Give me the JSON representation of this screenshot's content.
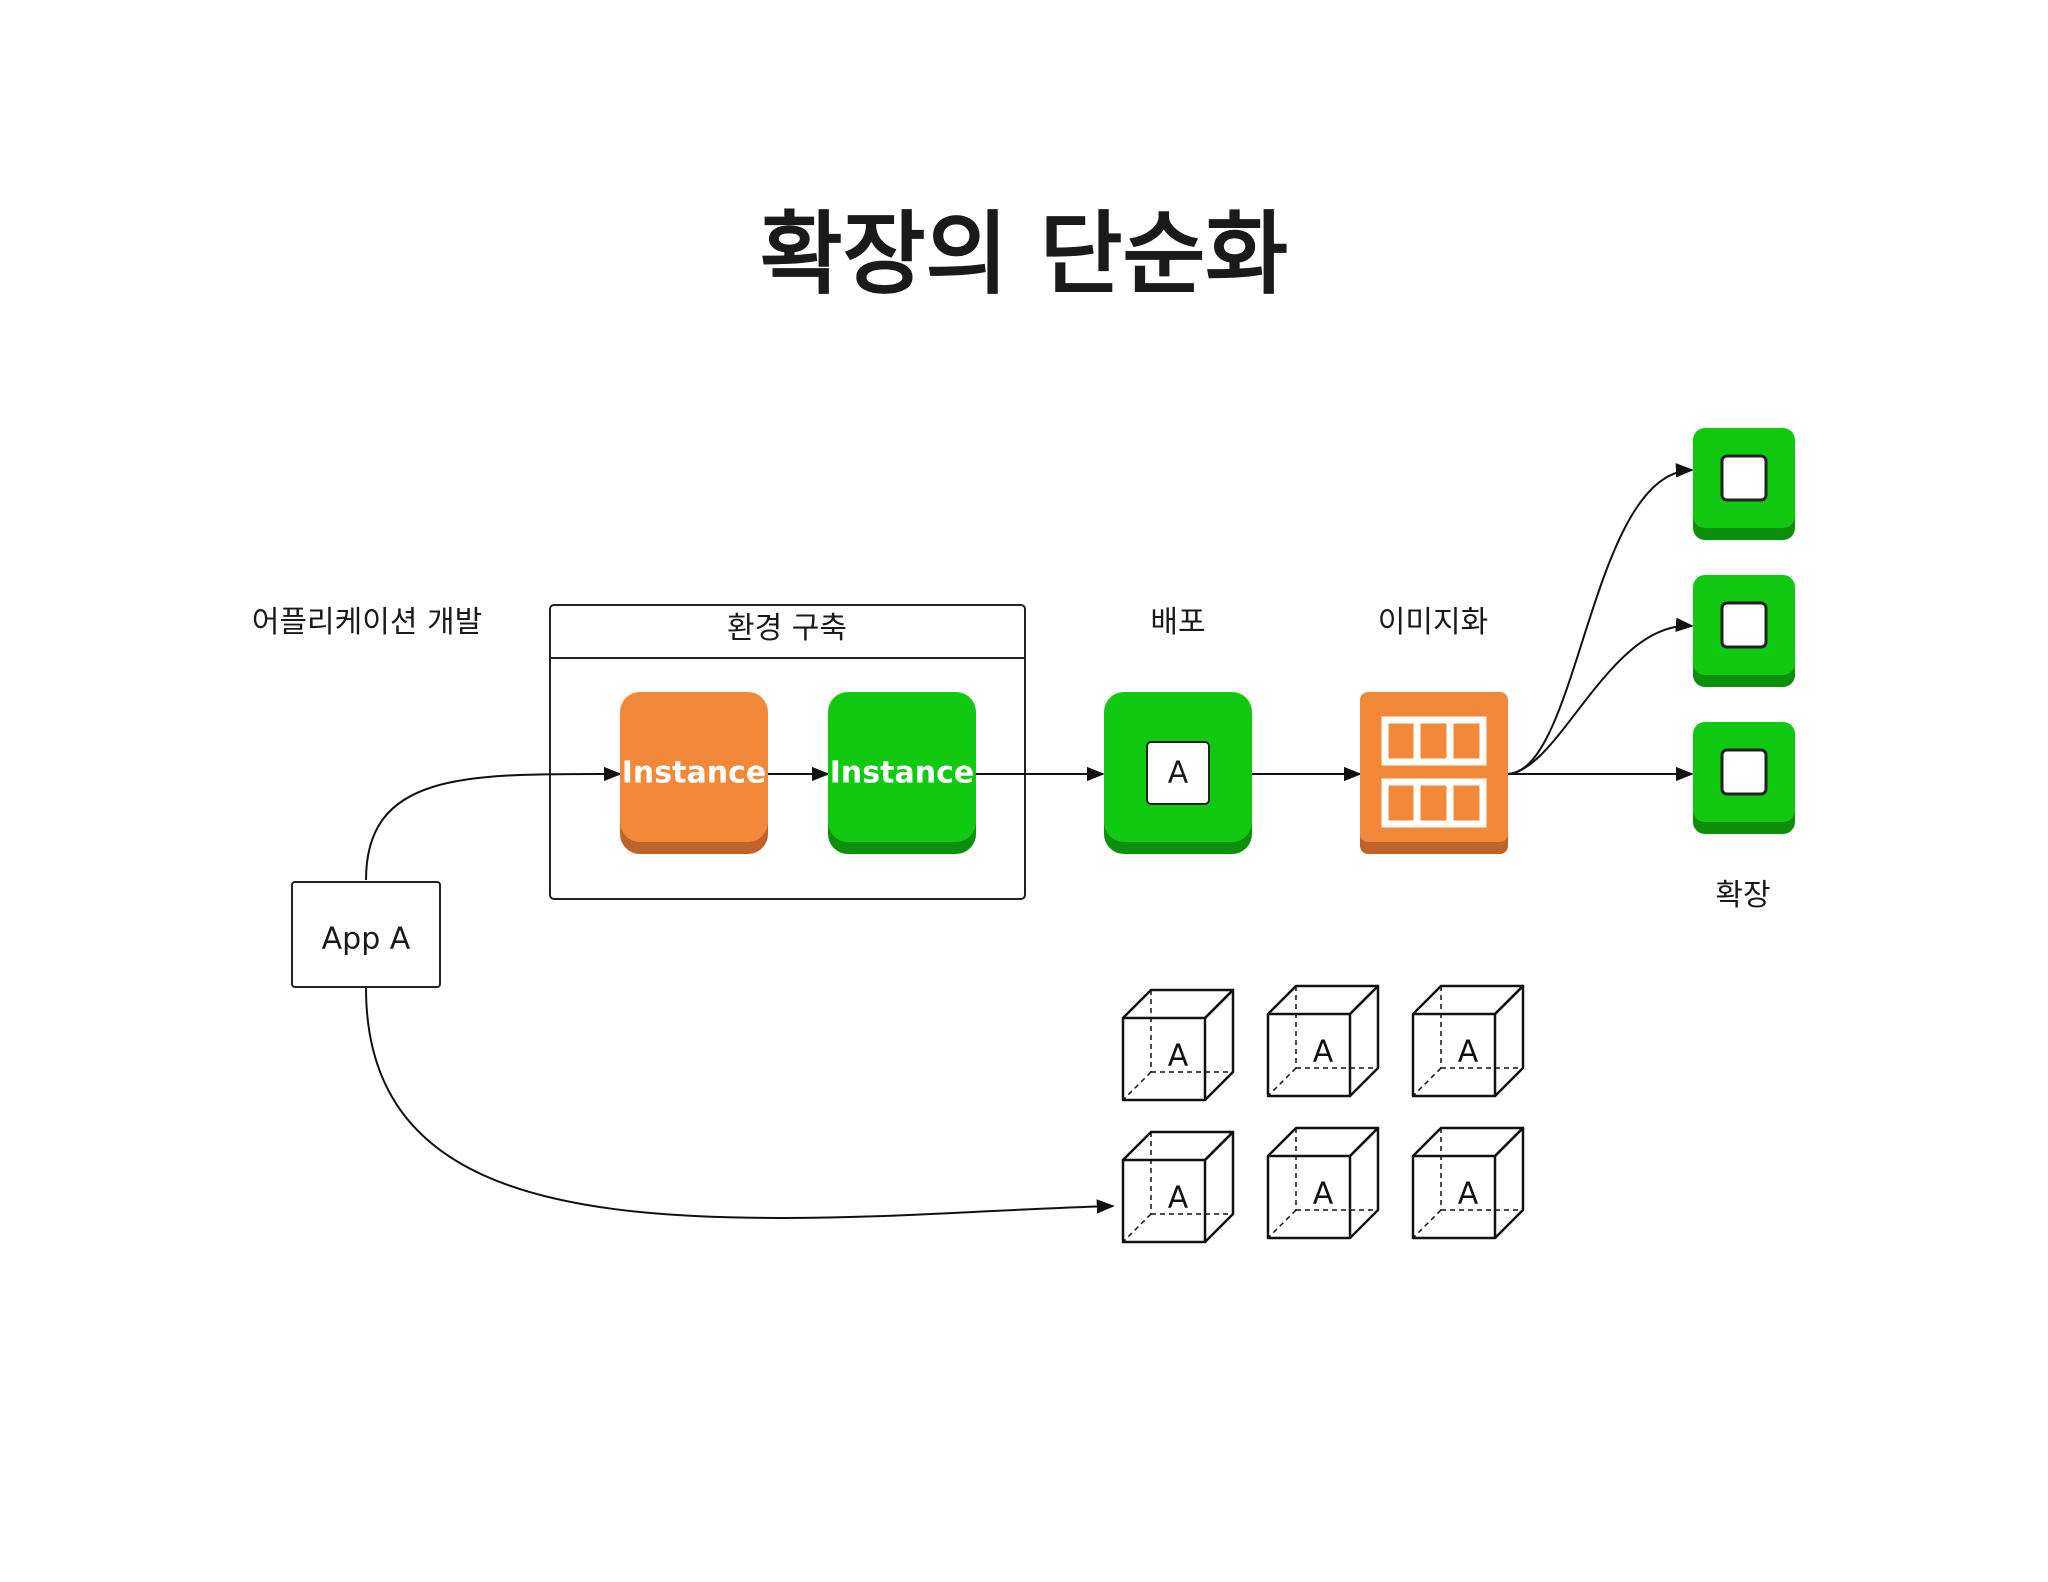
{
  "title": "확장의 단순화",
  "labels": {
    "app_dev": "어플리케이션 개발",
    "env_build": "환경 구축",
    "deploy": "배포",
    "imaging": "이미지화",
    "scale": "확장"
  },
  "app_box": "App A",
  "instances": [
    {
      "label": "Instance",
      "color": "#F2883A",
      "shadow": "#C0632A"
    },
    {
      "label": "Instance",
      "color": "#12C912",
      "shadow": "#0C8F0C"
    }
  ],
  "deploy_node": {
    "label": "A",
    "color": "#12C912",
    "shadow": "#0C8F0C"
  },
  "image_node": {
    "icon": "image-grid-icon",
    "color": "#F2883A",
    "shadow": "#C0632A"
  },
  "scaled_nodes": {
    "count": 3,
    "icon": "square-icon",
    "color": "#12C912",
    "shadow": "#0C8F0C"
  },
  "containers": [
    "A",
    "A",
    "A",
    "A",
    "A",
    "A"
  ]
}
